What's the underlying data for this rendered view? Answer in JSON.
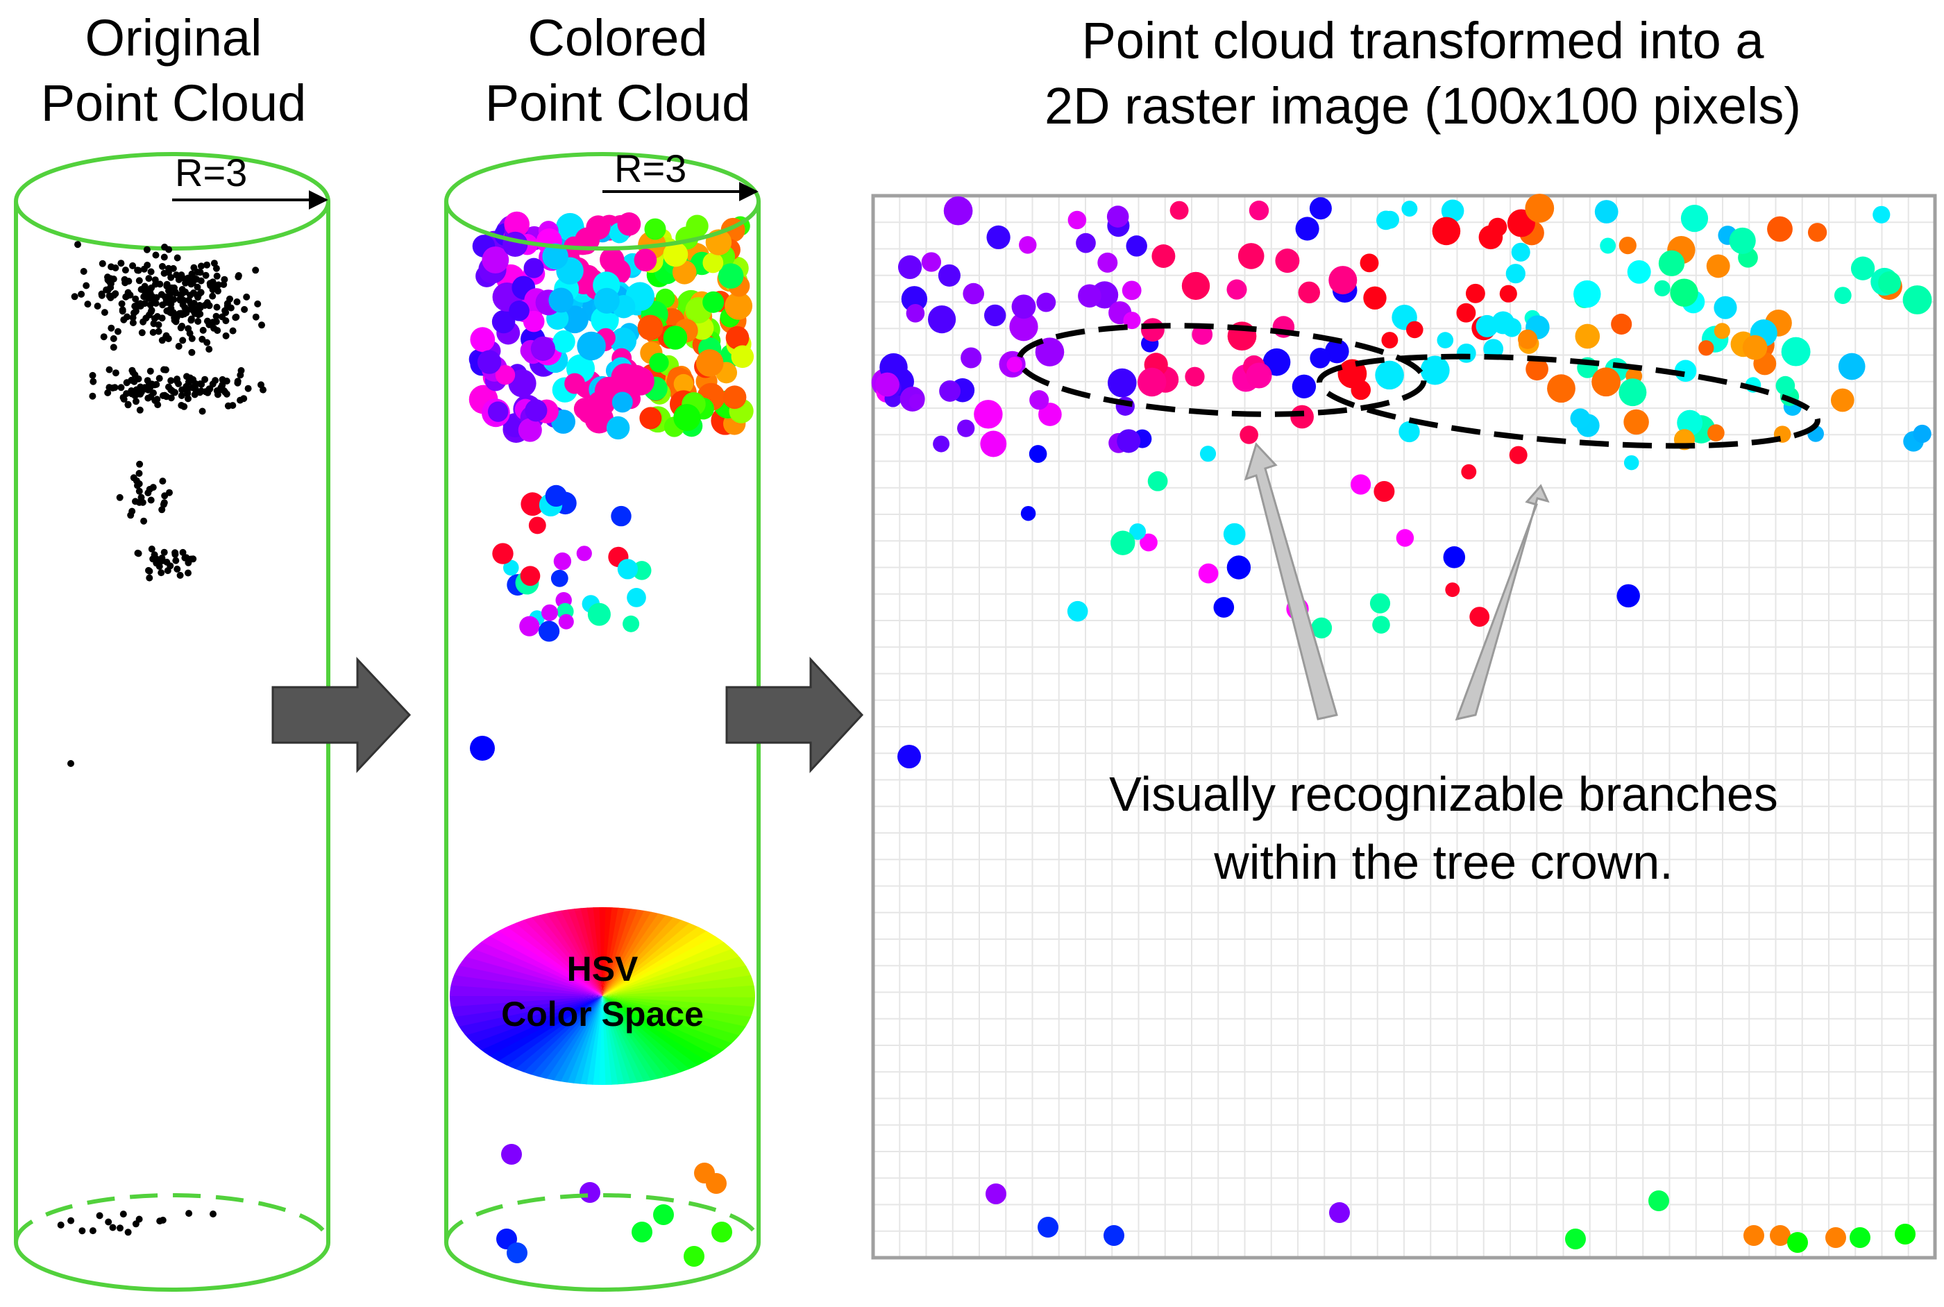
{
  "titles": {
    "original_line1": "Original",
    "original_line2": "Point Cloud",
    "colored_line1": "Colored",
    "colored_line2": "Point Cloud",
    "raster_line1": "Point cloud transformed into a",
    "raster_line2": "2D raster image (100x100 pixels)"
  },
  "radius_label": "R=3",
  "hsv_label_line1": "HSV",
  "hsv_label_line2": "Color Space",
  "caption_line1": "Visually recognizable branches",
  "caption_line2": "within the tree crown.",
  "colors": {
    "cylinder_outline": "#52d13c",
    "arrow_fill": "#555555",
    "grid_line": "#e6e6e6",
    "raster_border": "#a0a0a0",
    "highlight_outline": "#000000",
    "pointer_arrow": "#c8c8c8"
  },
  "raster_grid_cells": 40
}
